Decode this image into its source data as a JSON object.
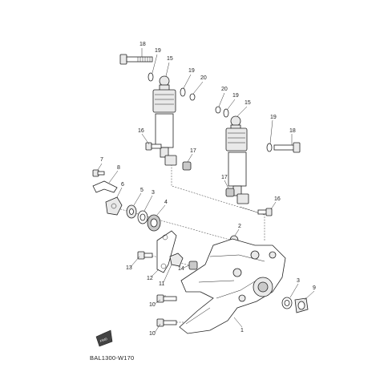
{
  "diagram_code": "BAL1300-W170",
  "fwd_badge": "FWD",
  "callouts": {
    "c18a": "18",
    "c19a": "19",
    "c15a": "15",
    "c19b": "19",
    "c20a": "20",
    "c20b": "20",
    "c19c": "19",
    "c15b": "15",
    "c19d": "19",
    "c18b": "18",
    "c16a": "16",
    "c17a": "17",
    "c7": "7",
    "c8": "8",
    "c6": "6",
    "c5": "5",
    "c3a": "3",
    "c4": "4",
    "c17b": "17",
    "c16b": "16",
    "c2": "2",
    "c13": "13",
    "c14": "14",
    "c12": "12",
    "c11": "11",
    "c10a": "10",
    "c10b": "10",
    "c1": "1",
    "c3b": "3",
    "c9": "9"
  }
}
